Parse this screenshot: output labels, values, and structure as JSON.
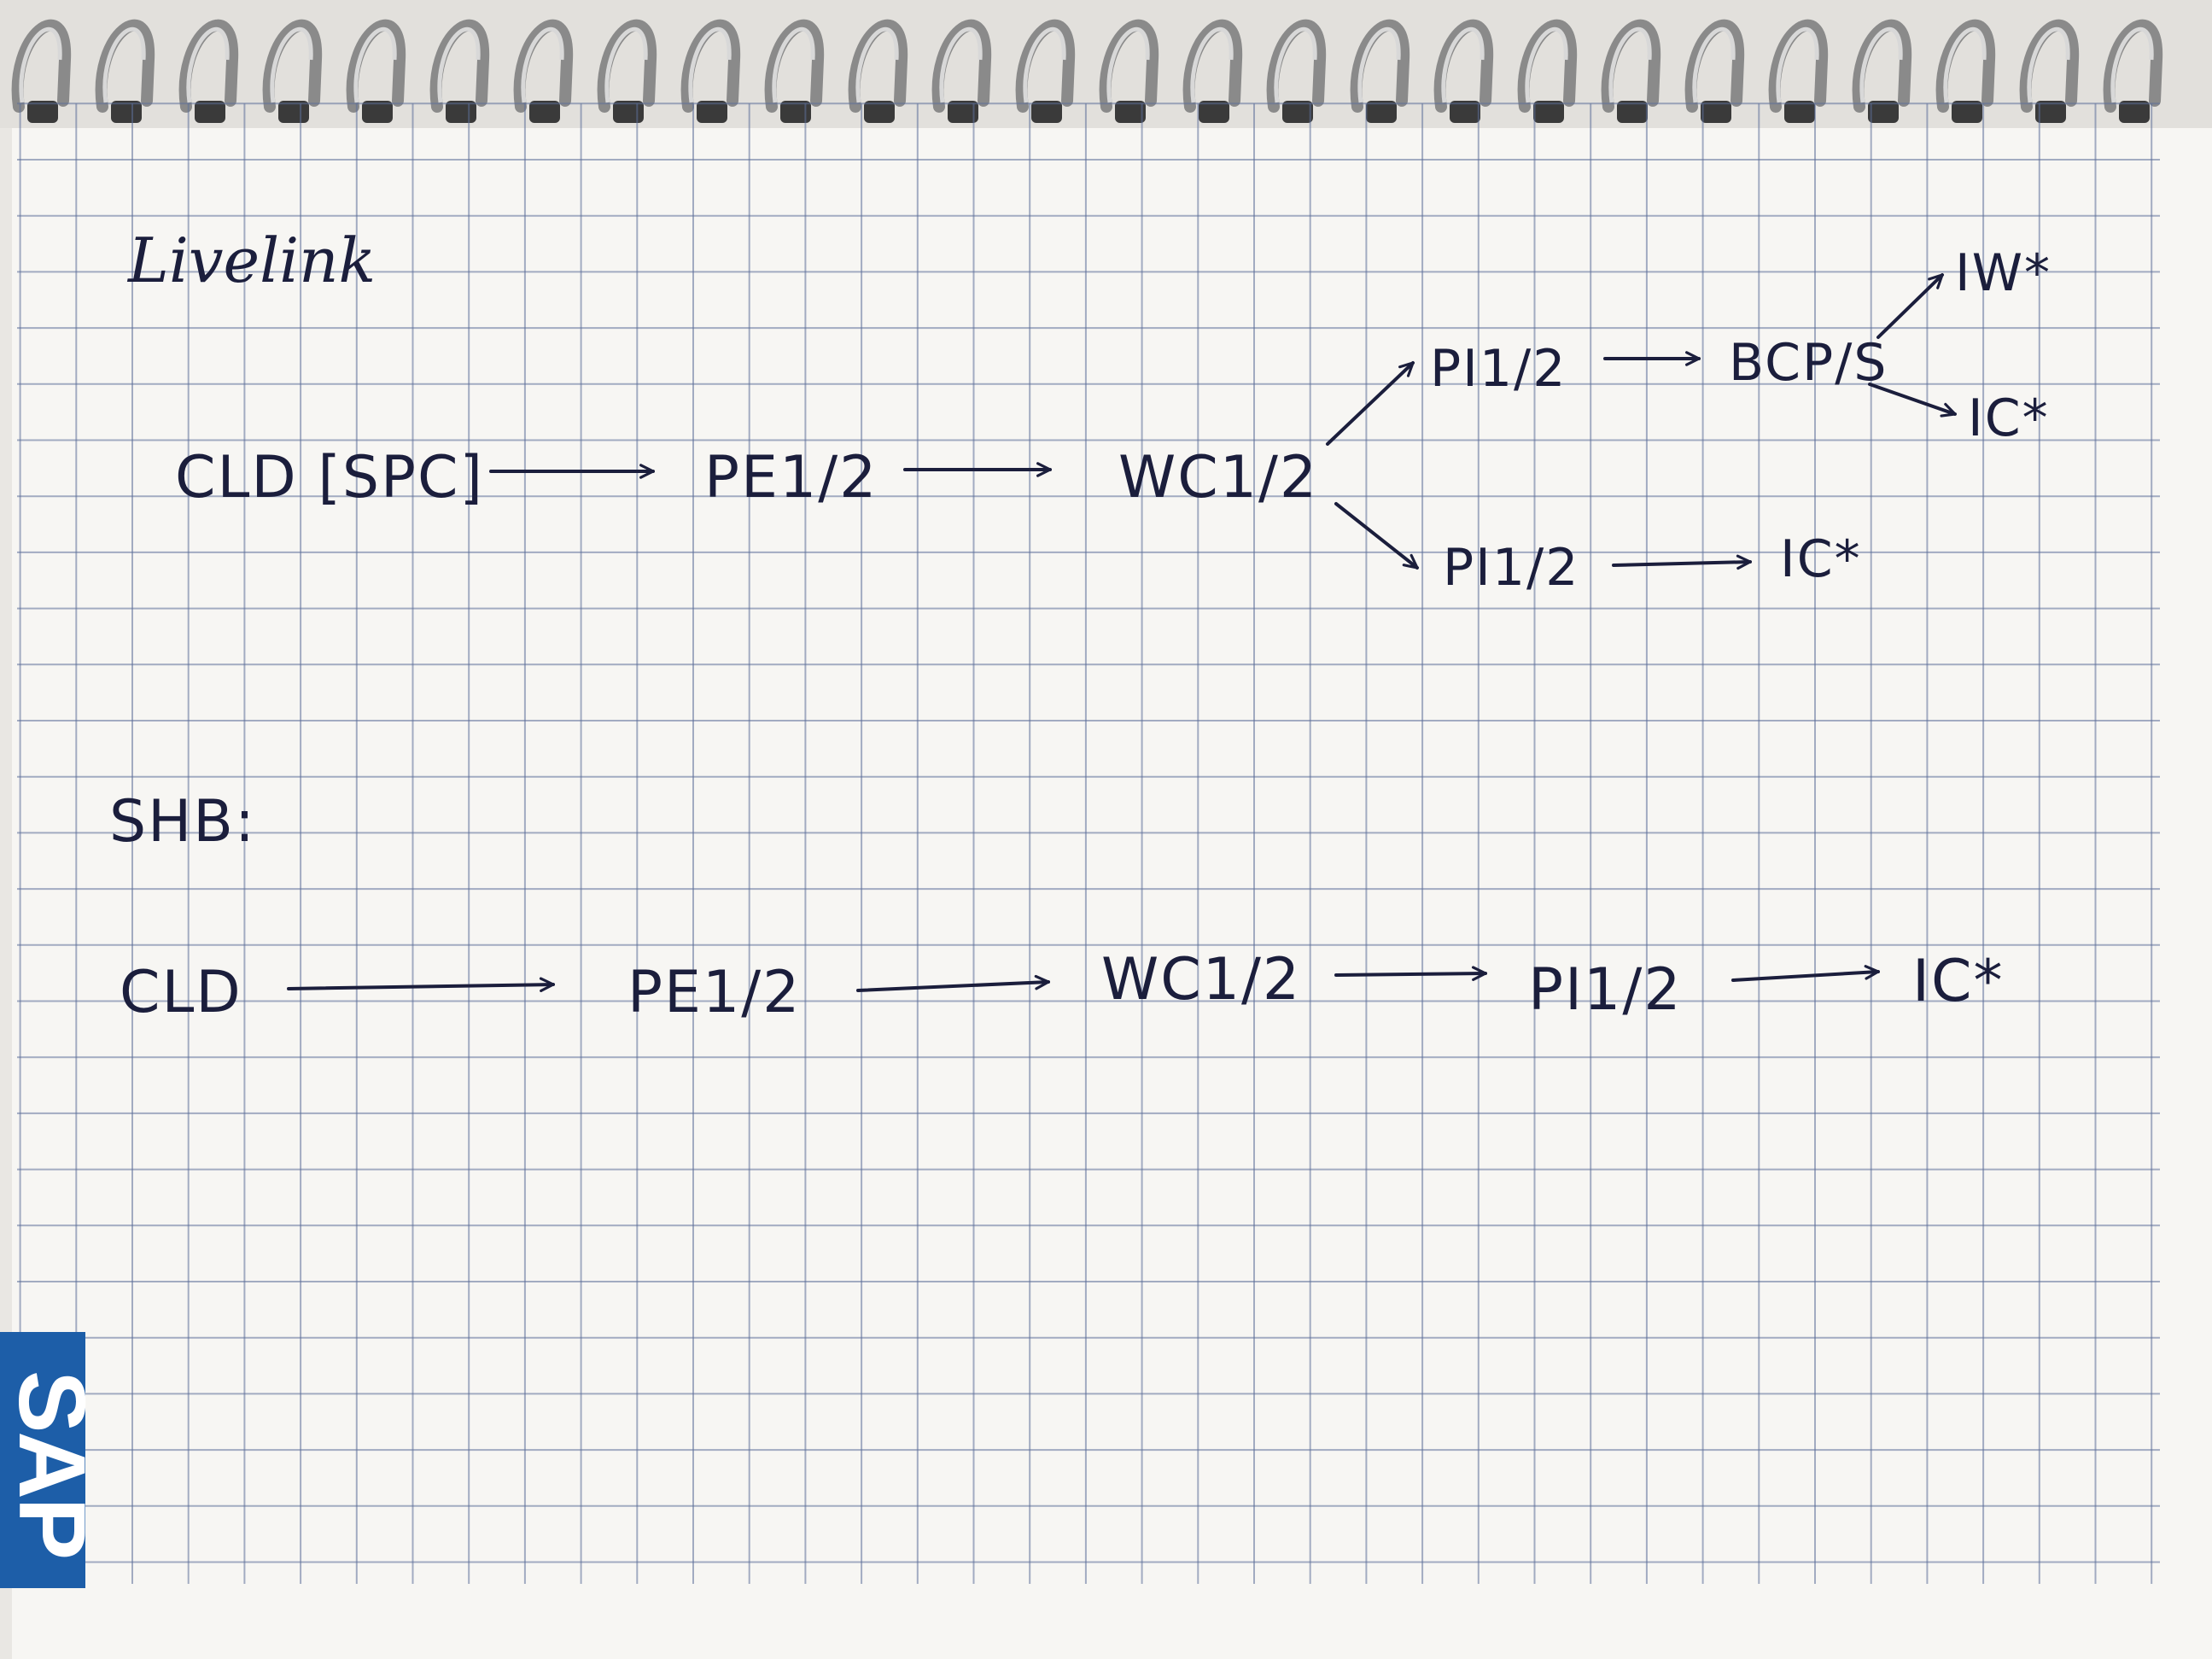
{
  "headings": {
    "livelink": "Livelink",
    "shb": "SHB:"
  },
  "livelink_flow": {
    "n1": "CLD [SPC]",
    "n2": "PE1/2",
    "n3": "WC1/2",
    "n4": "PI1/2",
    "n5": "BCP/S",
    "n6": "IW*",
    "n7": "IC*",
    "n8": "PI1/2",
    "n9": "IC*"
  },
  "shb_flow": {
    "n1": "CLD",
    "n2": "PE1/2",
    "n3": "WC1/2",
    "n4": "PI1/2",
    "n5": "IC*"
  },
  "brand": {
    "logo_text": "SAP",
    "color": "#1d5ea8"
  },
  "colors": {
    "ink": "#1b1e3c",
    "grid": "#5d6f9a",
    "paper": "#f7f6f3"
  }
}
